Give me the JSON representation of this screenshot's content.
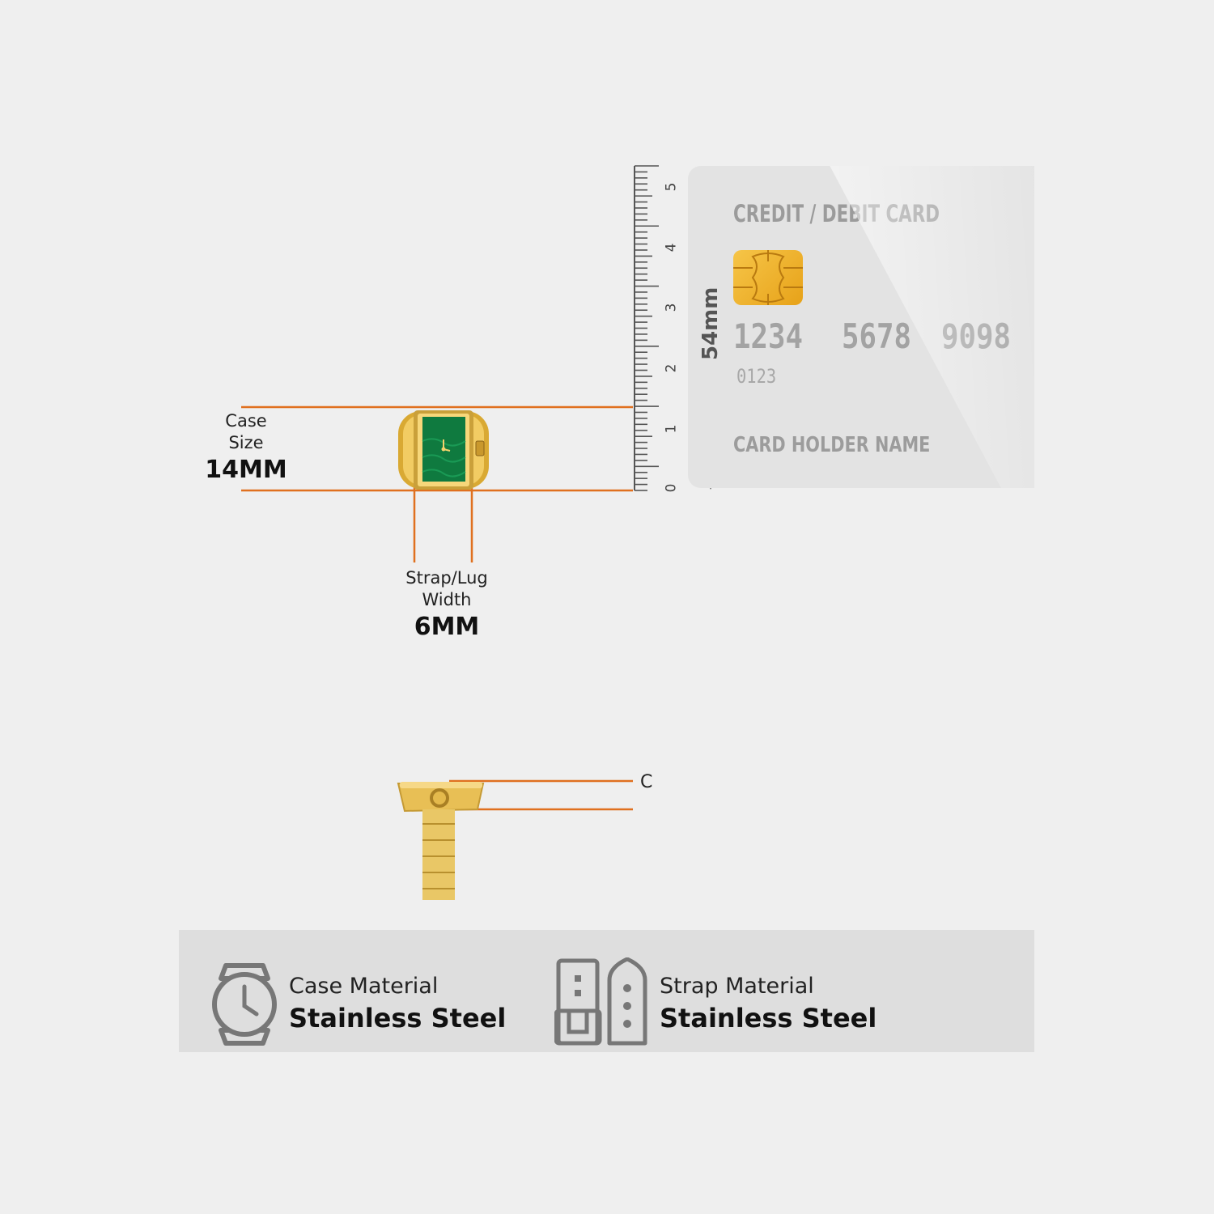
{
  "case_size": {
    "label_line1": "Case",
    "label_line2": "Size",
    "value": "14MM"
  },
  "lug_width": {
    "label_line1": "Strap/Lug",
    "label_line2": "Width",
    "value": "6MM"
  },
  "ruler": {
    "numbers": [
      "5",
      "4",
      "3",
      "2",
      "1",
      "0"
    ]
  },
  "card": {
    "title": "CREDIT / DEBIT CARD",
    "number_groups": [
      "1234",
      "5678",
      "9098"
    ],
    "code": "0123",
    "holder": "CARD HOLDER NAME",
    "height_label": "54mm"
  },
  "side_view": {
    "label": "C"
  },
  "materials": {
    "case": {
      "label": "Case Material",
      "value": "Stainless Steel",
      "icon": "watch-icon"
    },
    "strap": {
      "label": "Strap Material",
      "value": "Stainless Steel",
      "icon": "strap-icon"
    }
  },
  "colors": {
    "dimension_line": "#e0701f",
    "gold": "#e3b640",
    "dial_green": "#0f7a3f"
  }
}
